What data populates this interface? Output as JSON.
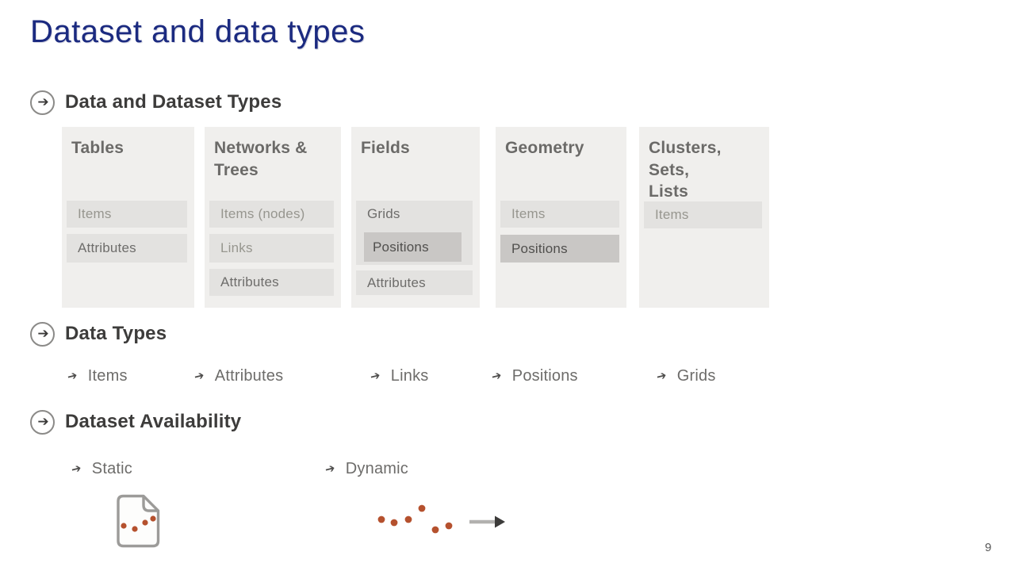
{
  "slide": {
    "title": "Dataset and data types",
    "page_number": "9"
  },
  "colors": {
    "title_blue": "#1b2a80",
    "section_text": "#3d3c3b",
    "column_bg": "#f0efed",
    "bar_bg": "#e3e2e0",
    "bar_dark_bg": "#c9c7c5",
    "dot_orange": "#b5512e"
  },
  "icons": {
    "section_bullet": "circle-arrow-icon",
    "list_bullet": "small-right-arrow-icon",
    "static": "document-with-dots-icon",
    "dynamic": "scatter-dots-with-arrow-icon"
  },
  "sections": {
    "dataset_types": {
      "title": "Data and Dataset Types",
      "columns": [
        {
          "title": "Tables",
          "bars": [
            {
              "label": "Items"
            },
            {
              "label": "Attributes"
            }
          ]
        },
        {
          "title": "Networks & Trees",
          "bars": [
            {
              "label": "Items (nodes)"
            },
            {
              "label": "Links"
            },
            {
              "label": "Attributes"
            }
          ]
        },
        {
          "title": "Fields",
          "bars": [
            {
              "label": "Grids",
              "nested": "Positions"
            },
            {
              "label": "Attributes"
            }
          ]
        },
        {
          "title": "Geometry",
          "bars": [
            {
              "label": "Items"
            },
            {
              "label": "Positions"
            }
          ]
        },
        {
          "title": "Clusters, Sets, Lists",
          "bars": [
            {
              "label": "Items"
            }
          ]
        }
      ]
    },
    "data_types": {
      "title": "Data Types",
      "items": [
        "Items",
        "Attributes",
        "Links",
        "Positions",
        "Grids"
      ]
    },
    "dataset_availability": {
      "title": "Dataset Availability",
      "items": [
        "Static",
        "Dynamic"
      ]
    }
  }
}
